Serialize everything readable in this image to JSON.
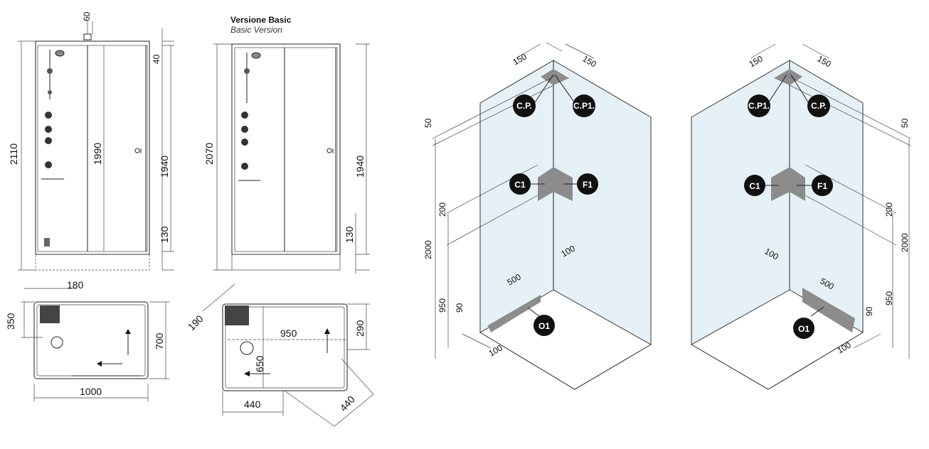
{
  "version_title": "Versione Basic",
  "version_subtitle": "Basic Version",
  "front_a": {
    "top": "60",
    "total": "2110",
    "door": "1990",
    "upper": "40",
    "inner": "1940",
    "base": "130"
  },
  "front_b": {
    "total": "2070",
    "inner": "1940",
    "base": "130"
  },
  "plan_a": {
    "offset_x": "180",
    "offset_y": "350",
    "depth": "700",
    "width": "1000"
  },
  "plan_b": {
    "diag": "190",
    "side": "290",
    "width": "950",
    "depth": "650",
    "bottom": "440",
    "diag2": "440"
  },
  "iso_left": {
    "w1": "150",
    "w2": "150",
    "h1": "50",
    "h2": "200",
    "h3": "2000",
    "h4": "950",
    "h5": "90",
    "d1": "100",
    "d2": "500",
    "d3": "100"
  },
  "iso_right": {
    "w1": "150",
    "w2": "150",
    "h1": "50",
    "h2": "200",
    "h3": "2000",
    "h4": "950",
    "h5": "90",
    "d1": "100",
    "d2": "500",
    "d3": "100"
  },
  "badges": {
    "cp": "C.P.",
    "cp1": "C.P1.",
    "c1": "C1",
    "f1": "F1",
    "o1": "O1"
  },
  "colors": {
    "glass": "#e6f1f7",
    "connection_fill": "#8c8c8c",
    "badge": "#111111"
  }
}
